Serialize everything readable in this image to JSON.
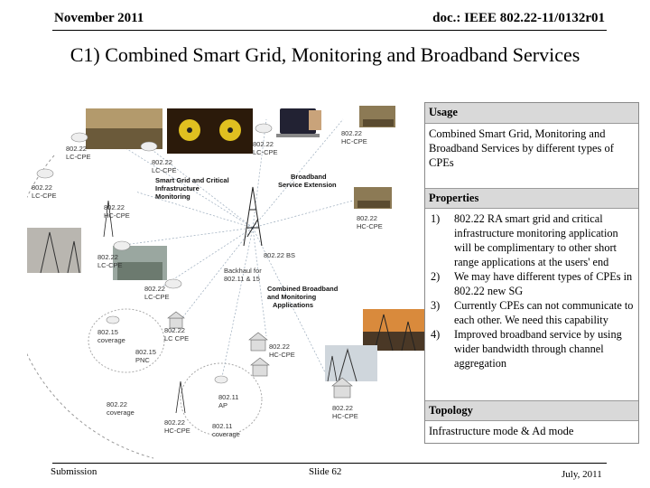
{
  "header": {
    "date": "November 2011",
    "doc_id": "doc.: IEEE 802.22-11/0132r01"
  },
  "title": "C1) Combined Smart Grid, Monitoring and Broadband Services",
  "diagram": {
    "labels": {
      "lc_cpe_1": "802.22\nLC-CPE",
      "lc_cpe_2": "802.22\nLC-CPE",
      "lc_cpe_3": "802.22\nLC-CPE",
      "lc_cpe_4": "802.22\nLC-CPE",
      "lc_cpe_5": "802.22\nLC-CPE",
      "lc_cpe_6": "802.22\nLC-CPE",
      "lc_cpe_7": "802.22\nLC-CPE",
      "hc_cpe_1": "802.22\nHC-CPE",
      "hc_cpe_2": "802.22\nHC-CPE",
      "hc_cpe_3": "802.22\nHC-CPE",
      "hc_cpe_4": "802.22\nHC-CPE",
      "hc_cpe_5": "802.22\nHC-CPE",
      "hc_cpe_6": "802.22\nHC-CPE",
      "smart_grid": "Smart Grid and Critical\nInfrastructure\nMonitoring",
      "broadband_ext": "Broadband\nService Extension",
      "bs": "802.22 BS",
      "backhaul": "Backhaul for\n802.11 & 15",
      "combined": "Combined Broadband\nand Monitoring\nApplications",
      "cov_15": "802.15\ncoverage",
      "pnc": "802.15\nPNC",
      "cov_22": "802.22\ncoverage",
      "ap": "802.11\nAP",
      "cov_11": "802.11\ncoverage"
    }
  },
  "table": {
    "usage_heading": "Usage",
    "usage_text": "Combined Smart Grid, Monitoring and Broadband Services by different types of CPEs",
    "properties_heading": "Properties",
    "properties": [
      {
        "num": "1)",
        "text": "802.22 RA smart grid and critical infrastructure monitoring application will be complimentary to other short range applications at the users' end"
      },
      {
        "num": "2)",
        "text": "We may have different types of CPEs in 802.22 new SG"
      },
      {
        "num": "3)",
        "text": "Currently CPEs can not communicate to each other. We need this capability"
      },
      {
        "num": "4)",
        "text": " Improved broadband service by using wider bandwidth through channel aggregation"
      }
    ],
    "topology_heading": "Topology",
    "topology_text": "Infrastructure mode & Ad mode"
  },
  "footer": {
    "submission": "Submission",
    "slide": "Slide 62",
    "date": "July, 2011"
  }
}
